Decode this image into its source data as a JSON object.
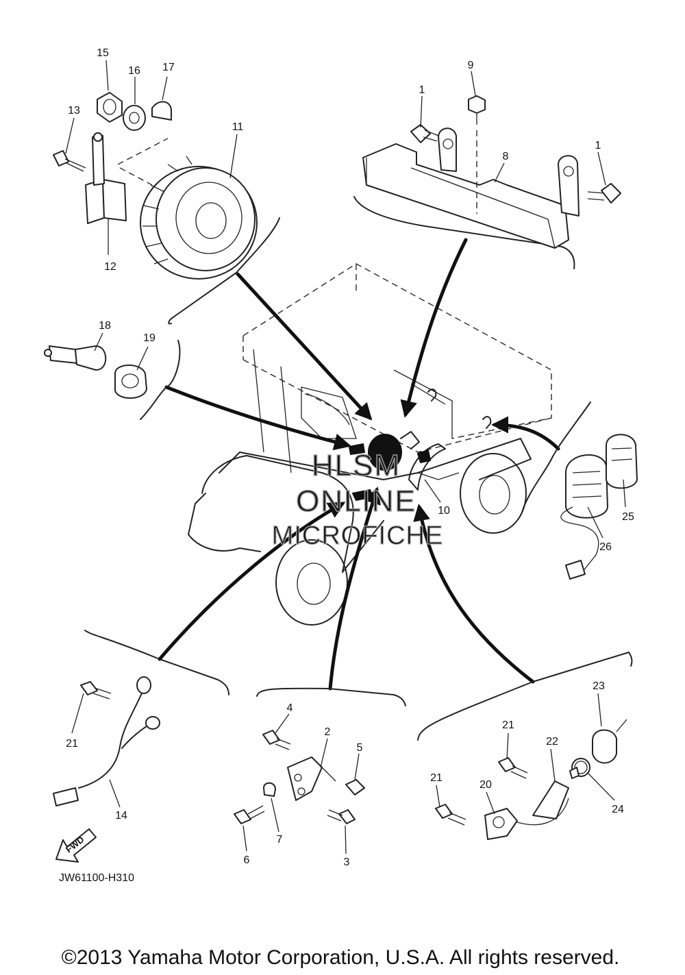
{
  "diagram": {
    "reference_code": "JW61100-H310",
    "copyright": "©2013 Yamaha Motor Corporation, U.S.A. All rights reserved.",
    "watermark": [
      "HLSM",
      "ONLINE",
      "MICROFICHE"
    ],
    "direction_badge": "FWD",
    "callouts": [
      "1",
      "1",
      "2",
      "3",
      "4",
      "5",
      "6",
      "7",
      "8",
      "9",
      "10",
      "11",
      "12",
      "13",
      "14",
      "15",
      "16",
      "17",
      "18",
      "19",
      "20",
      "21",
      "21",
      "21",
      "22",
      "23",
      "24",
      "25",
      "26"
    ]
  }
}
